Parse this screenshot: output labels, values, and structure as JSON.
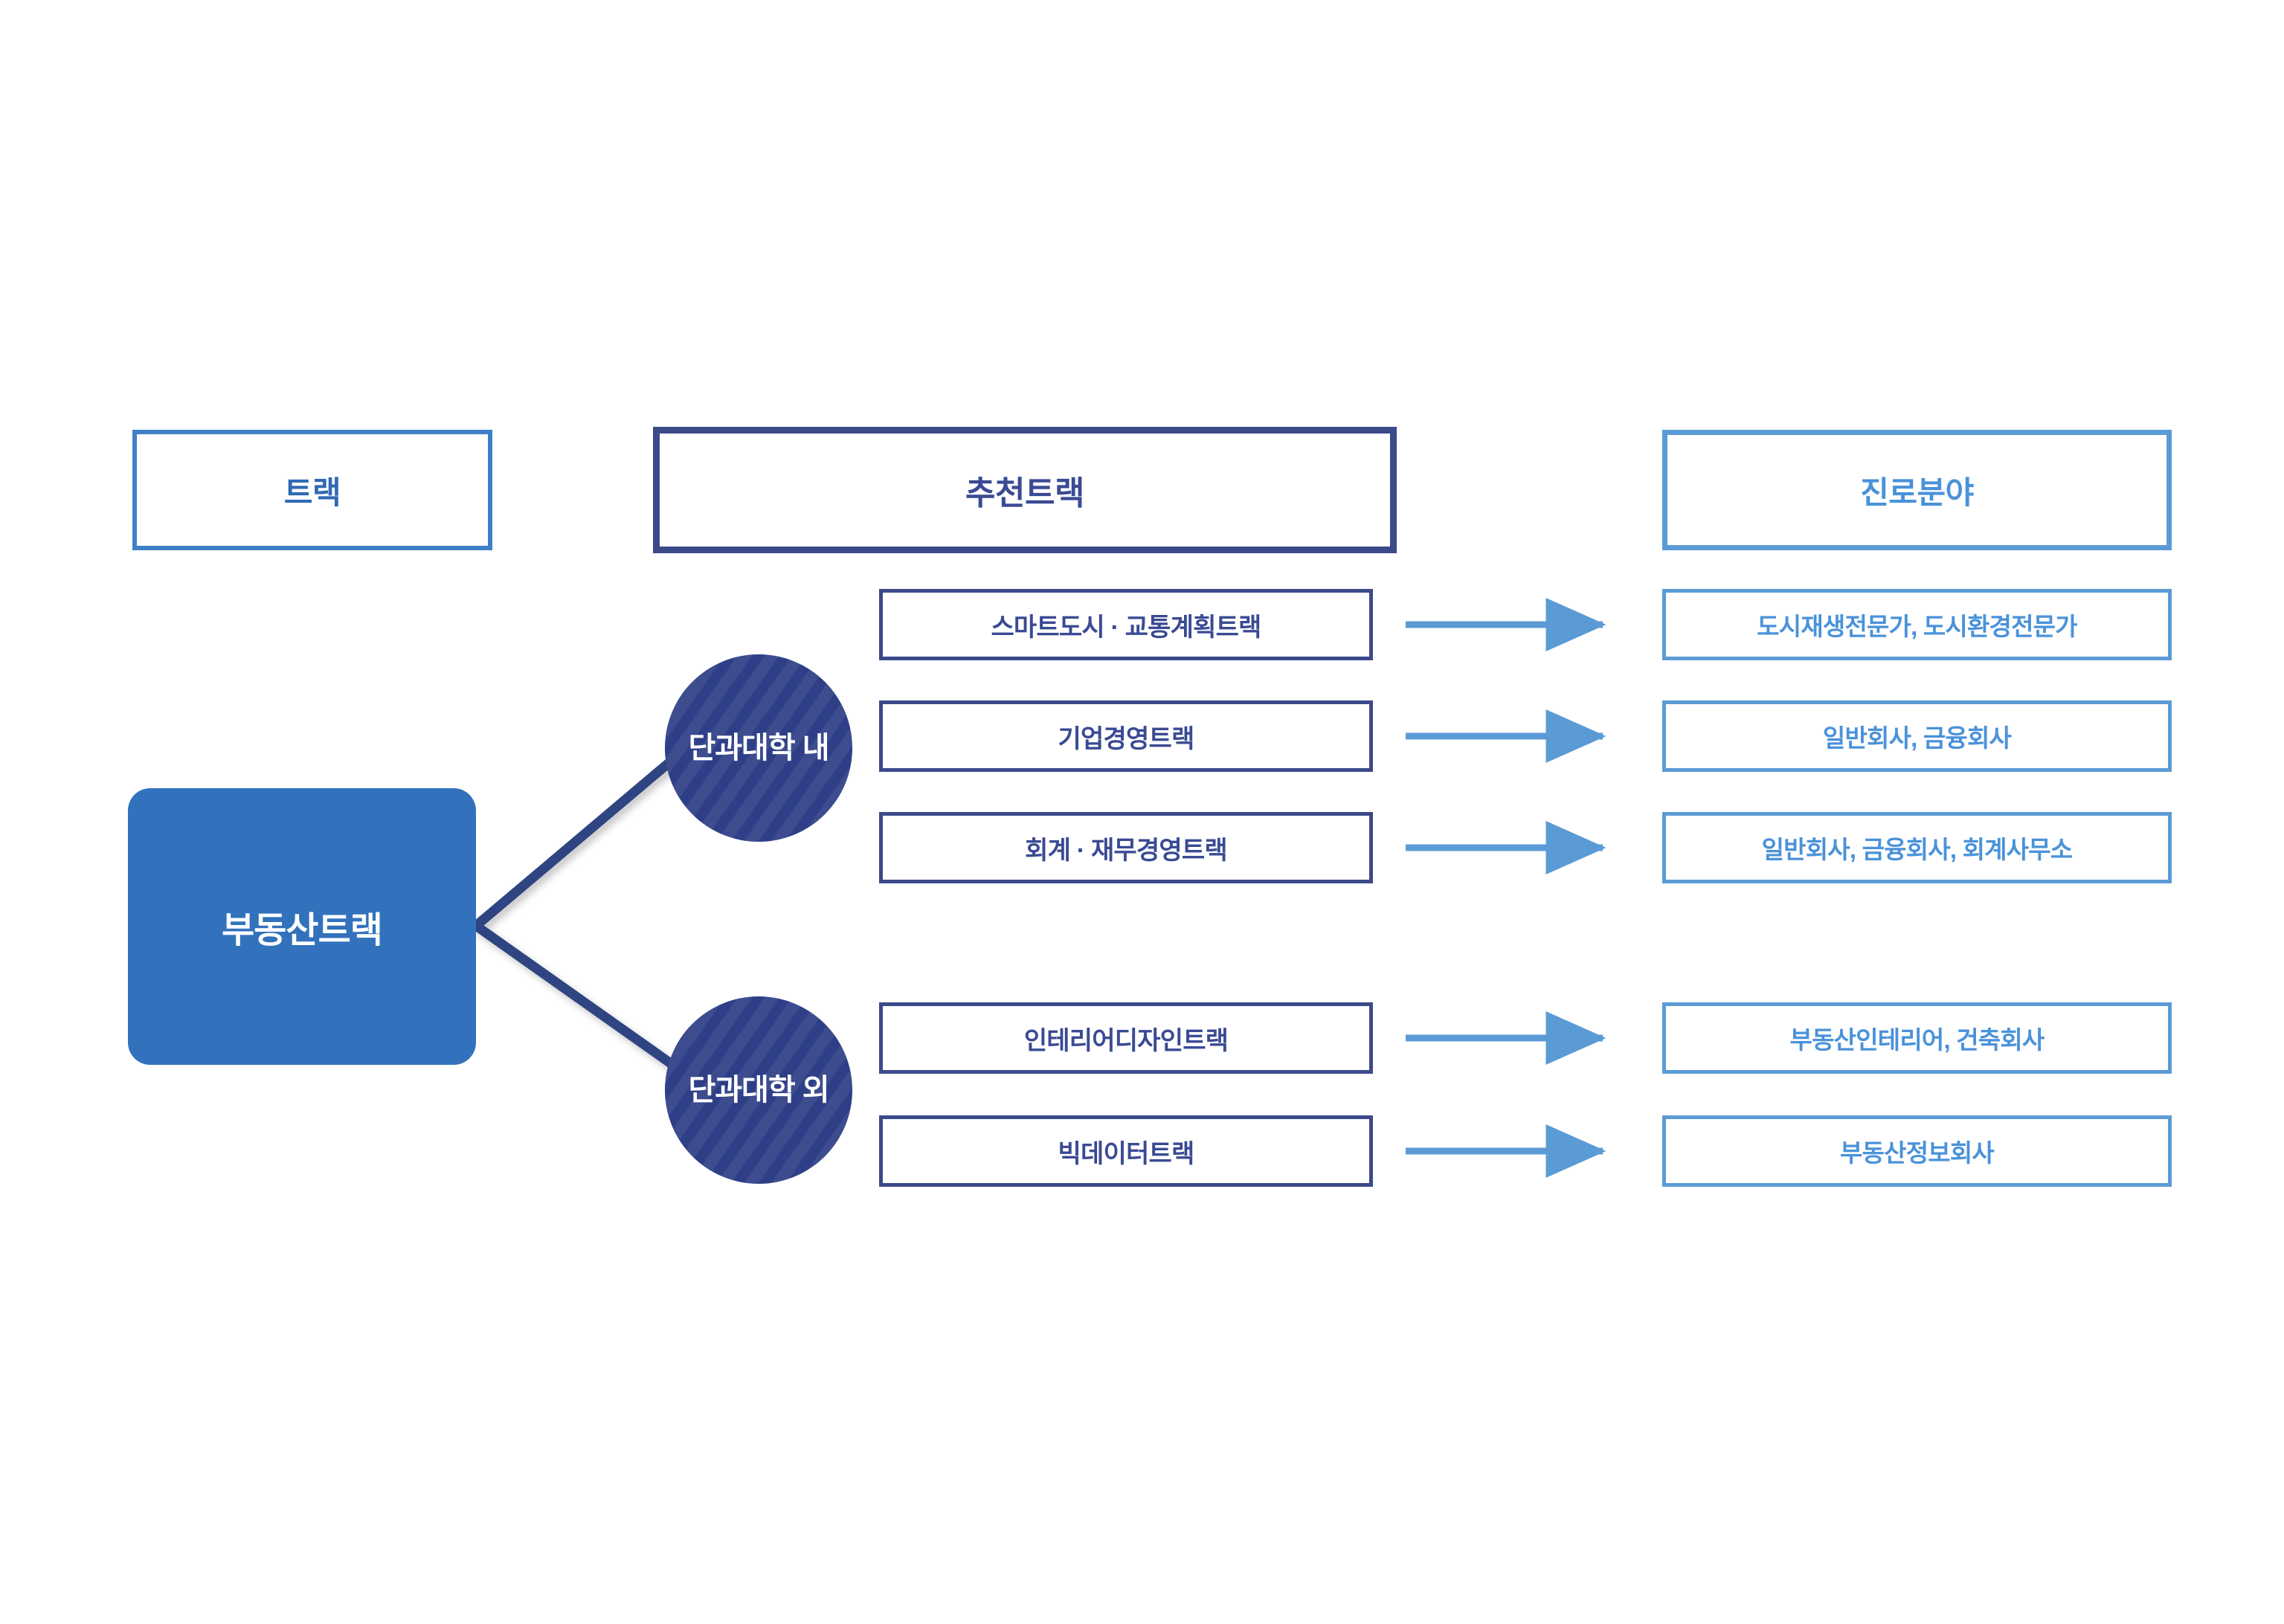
{
  "headers": [
    {
      "id": "track",
      "label": "트랙"
    },
    {
      "id": "rec",
      "label": "추천트랙"
    },
    {
      "id": "career",
      "label": "진로분야"
    }
  ],
  "root": {
    "label": "부동산트랙"
  },
  "groups": [
    {
      "id": "in",
      "label": "단과대학 내"
    },
    {
      "id": "out",
      "label": "단과대학 외"
    }
  ],
  "rows": [
    {
      "group": "in",
      "track": "스마트도시 · 교통계획트랙",
      "career": "도시재생전문가, 도시환경전문가"
    },
    {
      "group": "in",
      "track": "기업경영트랙",
      "career": "일반회사, 금융회사"
    },
    {
      "group": "in",
      "track": "회계 · 재무경영트랙",
      "career": "일반회사, 금융회사, 회계사무소"
    },
    {
      "group": "out",
      "track": "인테리어디자인트랙",
      "career": "부동산인테리어, 건축회사"
    },
    {
      "group": "out",
      "track": "빅데이터트랙",
      "career": "부동산정보회사"
    }
  ],
  "colors": {
    "root_fill": "#3272bd",
    "circle_fill": "#2e3f87",
    "connector": "#2e4482",
    "arrow": "#5b9bd5",
    "track_border": "#3c4a8a",
    "career_border": "#5b9bd5",
    "header_track_border": "#3f7fc8",
    "header_career_border": "#5b9bd5"
  }
}
